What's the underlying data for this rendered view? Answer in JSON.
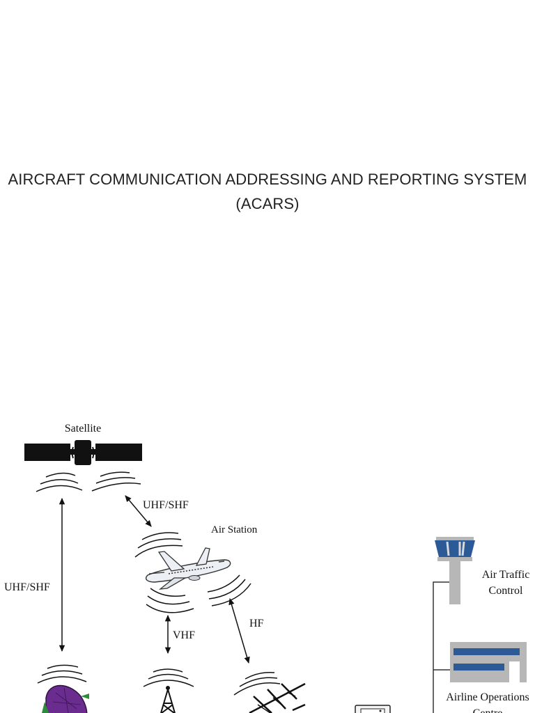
{
  "slide": {
    "title_line1": "AIRCRAFT COMMUNICATION ADDRESSING AND REPORTING SYSTEM",
    "title_line2": "(ACARS)"
  },
  "diagram": {
    "labels": {
      "satellite": "Satellite",
      "air_station": "Air Station",
      "uhf_shf_right": "UHF/SHF",
      "uhf_shf_left": "UHF/SHF",
      "vhf": "VHF",
      "hf": "HF",
      "atc_line1": "Air Traffic",
      "atc_line2": "Control",
      "aoc_line1": "Airline Operations",
      "aoc_line2": "Centre"
    },
    "colors": {
      "satellite_dish": "#6a2c8e",
      "dish_base": "#2e8b3a",
      "tower_blue": "#2b5a97",
      "building_gray": "#b7b7b7"
    },
    "icons": [
      "satellite-icon",
      "airplane-icon",
      "satellite-dish-icon",
      "radio-tower-icon",
      "hf-antenna-icon",
      "computer-terminal-icon",
      "control-tower-icon",
      "operations-building-icon"
    ]
  }
}
